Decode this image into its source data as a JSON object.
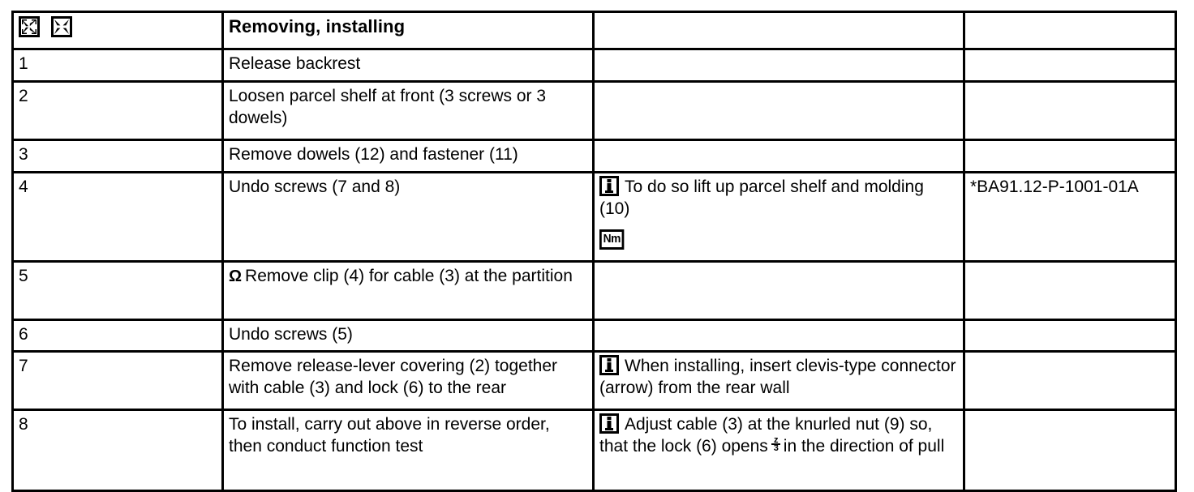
{
  "table": {
    "header": {
      "icons": [
        {
          "name": "expand-arrows-icon",
          "meaning": "expand-outward"
        },
        {
          "name": "collapse-arrows-icon",
          "meaning": "collapse-inward"
        }
      ],
      "title": "Removing, installing",
      "col3": "",
      "col4": ""
    },
    "rows": [
      {
        "num": "1",
        "step": "Release backrest",
        "note": "",
        "ref": ""
      },
      {
        "num": "2",
        "step": "Loosen parcel shelf at front (3 screws or 3 dowels)",
        "note": "",
        "ref": ""
      },
      {
        "num": "3",
        "step": "Remove dowels (12) and fastener (11)",
        "note": "",
        "ref": ""
      },
      {
        "num": "4",
        "step": "Undo screws (7 and 8)",
        "note": "To do so lift up parcel shelf and molding (10)",
        "note_icon": "info-icon",
        "note_extra_icon": "Nm",
        "ref": "*BA91.12-P-1001-01A"
      },
      {
        "num": "5",
        "step_prefix": "Ω",
        "step": "Remove clip (4) for cable (3) at the partition",
        "note": "",
        "ref": ""
      },
      {
        "num": "6",
        "step": "Undo screws (5)",
        "note": "",
        "ref": ""
      },
      {
        "num": "7",
        "step": "Remove release-lever covering (2) together with cable (3) and lock (6) to the rear",
        "note": "When installing, insert clevis-type connector (arrow) from the rear wall",
        "note_icon": "info-icon",
        "ref": ""
      },
      {
        "num": "8",
        "step": "To install, carry out above in reverse order, then conduct function test",
        "note_part1": "Adjust cable (3) at the knurled nut (9) so, that the lock (6) opens",
        "note_glyph_top": "z",
        "note_glyph_bottom": "3",
        "note_part2": "in the direction of pull",
        "note_icon": "info-icon",
        "ref": ""
      }
    ]
  },
  "colors": {
    "border": "#000000",
    "text": "#000000",
    "background": "#ffffff"
  }
}
